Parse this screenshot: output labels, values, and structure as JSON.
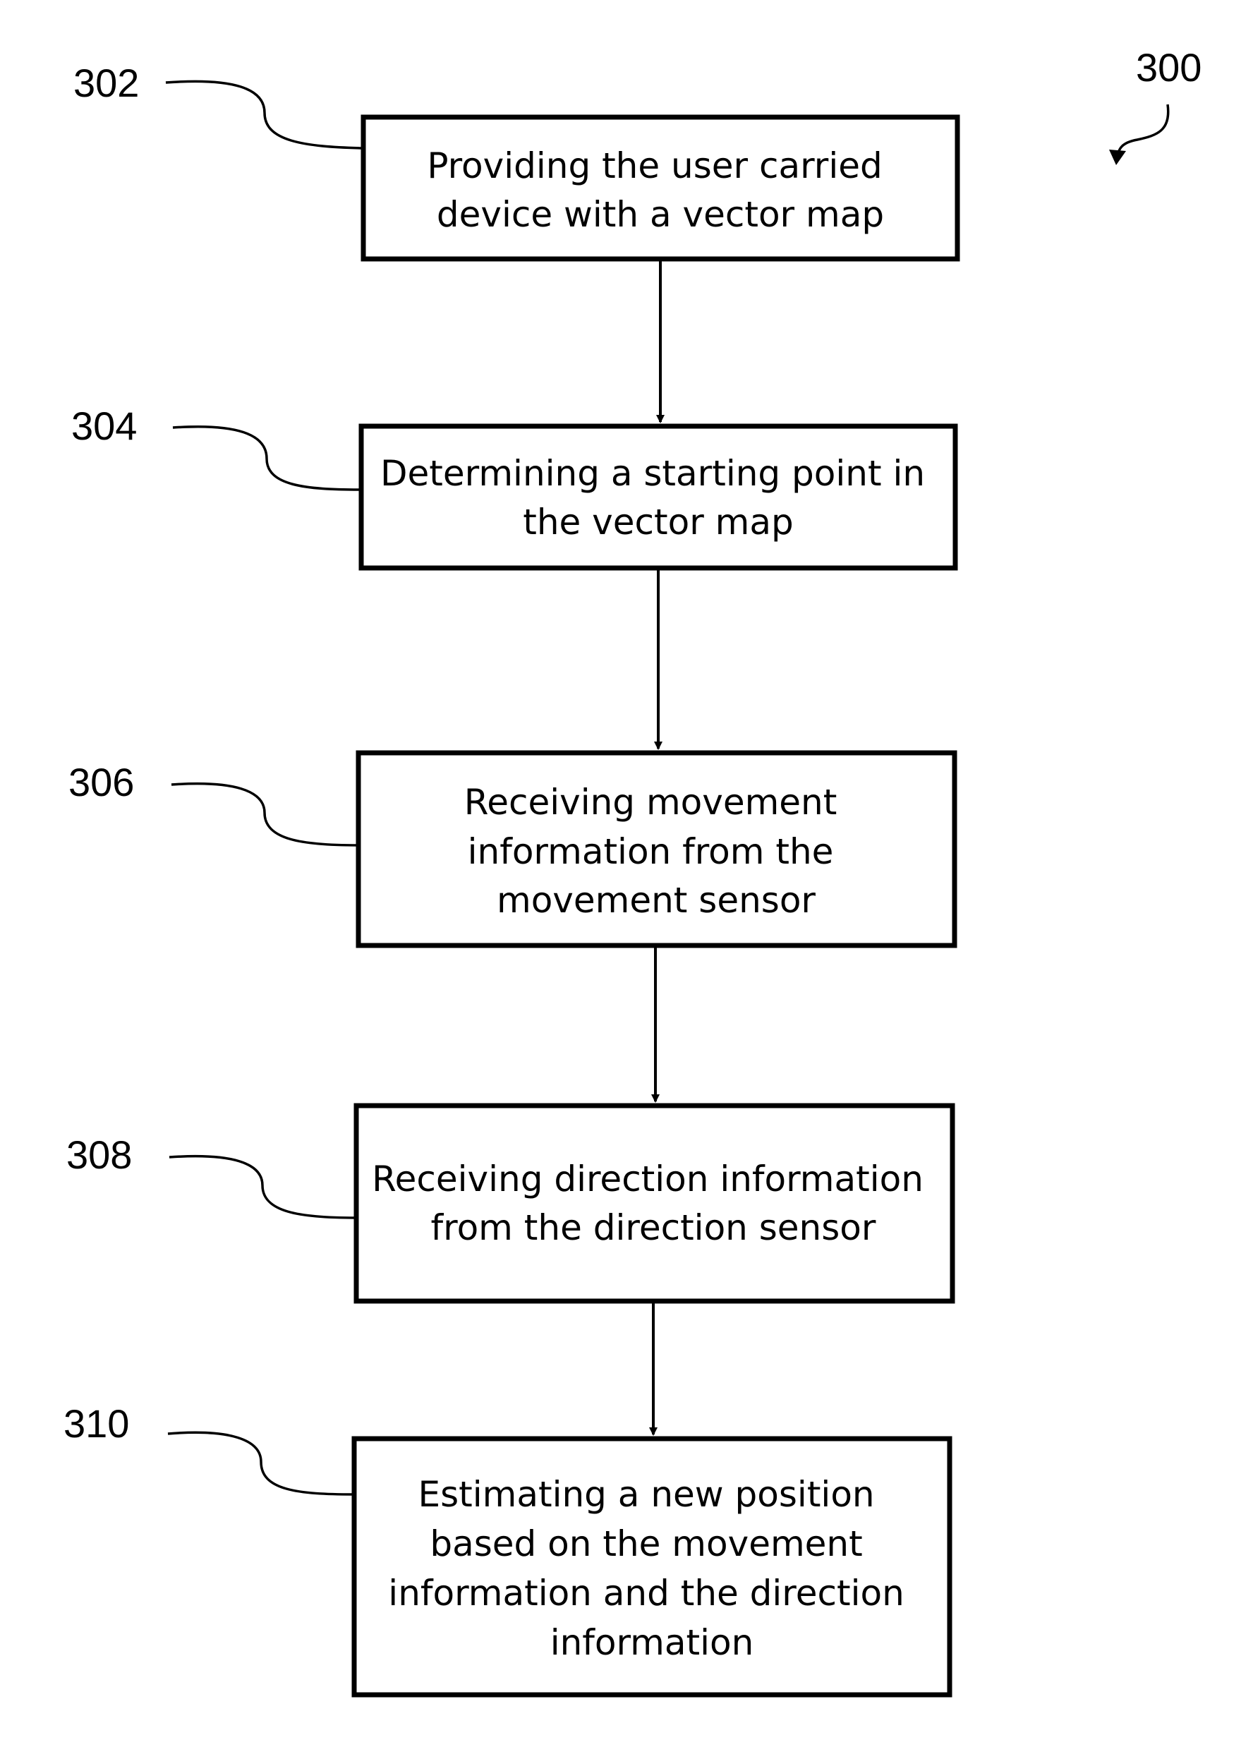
{
  "figure": {
    "number": "300"
  },
  "steps": [
    {
      "ref": "302",
      "lines": [
        "Providing the user carried",
        "device with a vector map"
      ]
    },
    {
      "ref": "304",
      "lines": [
        "Determining a starting point in",
        "the vector map"
      ]
    },
    {
      "ref": "306",
      "lines": [
        "Receiving movement",
        "information from the",
        "movement sensor"
      ]
    },
    {
      "ref": "308",
      "lines": [
        "Receiving direction information",
        "from the direction sensor"
      ]
    },
    {
      "ref": "310",
      "lines": [
        "Estimating a new position",
        "based on the movement",
        "information and the direction",
        "information"
      ]
    }
  ]
}
